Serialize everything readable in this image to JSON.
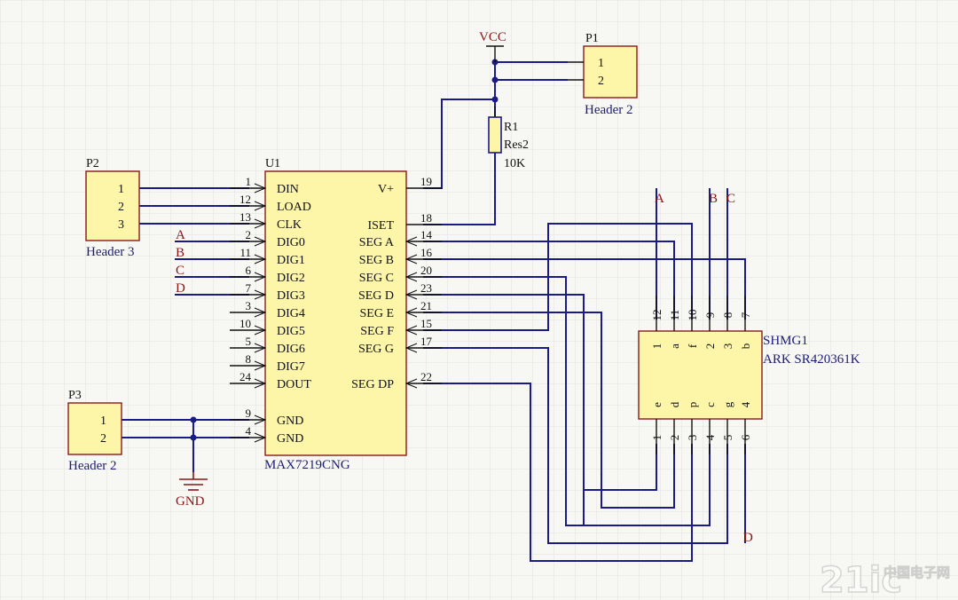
{
  "colors": {
    "wire": "#1a1a88",
    "component_fill": "#fdf6a9",
    "component_border": "#8a1a1a",
    "net_label": "#8a1616",
    "designator": "#1d1d78",
    "grid": "#e1e1dc",
    "background": "#f7f7f4"
  },
  "power": {
    "vcc_label": "VCC",
    "gnd_label": "GND"
  },
  "net_labels": [
    "A",
    "B",
    "C",
    "D"
  ],
  "p1": {
    "designator": "P1",
    "comment": "Header 2",
    "pins": [
      "1",
      "2"
    ]
  },
  "p2": {
    "designator": "P2",
    "comment": "Header 3",
    "pins": [
      "1",
      "2",
      "3"
    ]
  },
  "p3": {
    "designator": "P3",
    "comment": "Header 2",
    "pins": [
      "1",
      "2"
    ]
  },
  "r1": {
    "designator": "R1",
    "comment": "Res2",
    "value": "10K"
  },
  "u1": {
    "designator": "U1",
    "comment": "MAX7219CNG",
    "left_pins": [
      {
        "num": "1",
        "name": "DIN"
      },
      {
        "num": "12",
        "name": "LOAD"
      },
      {
        "num": "13",
        "name": "CLK"
      },
      {
        "num": "2",
        "name": "DIG0"
      },
      {
        "num": "11",
        "name": "DIG1"
      },
      {
        "num": "6",
        "name": "DIG2"
      },
      {
        "num": "7",
        "name": "DIG3"
      },
      {
        "num": "3",
        "name": "DIG4"
      },
      {
        "num": "10",
        "name": "DIG5"
      },
      {
        "num": "5",
        "name": "DIG6"
      },
      {
        "num": "8",
        "name": "DIG7"
      },
      {
        "num": "24",
        "name": "DOUT"
      },
      {
        "num": "9",
        "name": "GND"
      },
      {
        "num": "4",
        "name": "GND"
      }
    ],
    "right_pins": [
      {
        "num": "19",
        "name": "V+"
      },
      {
        "num": "18",
        "name": "ISET"
      },
      {
        "num": "14",
        "name": "SEG A"
      },
      {
        "num": "16",
        "name": "SEG B"
      },
      {
        "num": "20",
        "name": "SEG C"
      },
      {
        "num": "23",
        "name": "SEG D"
      },
      {
        "num": "21",
        "name": "SEG E"
      },
      {
        "num": "15",
        "name": "SEG F"
      },
      {
        "num": "17",
        "name": "SEG G"
      },
      {
        "num": "22",
        "name": "SEG DP"
      }
    ]
  },
  "display": {
    "designator": "SHMG1",
    "comment": "ARK SR420361K",
    "top_pins": [
      {
        "num": "12",
        "label": "1"
      },
      {
        "num": "11",
        "label": "a"
      },
      {
        "num": "10",
        "label": "f"
      },
      {
        "num": "9",
        "label": "2"
      },
      {
        "num": "8",
        "label": "3"
      },
      {
        "num": "7",
        "label": "b"
      }
    ],
    "bottom_pins": [
      {
        "num": "1",
        "label": "e"
      },
      {
        "num": "2",
        "label": "d"
      },
      {
        "num": "3",
        "label": "p"
      },
      {
        "num": "4",
        "label": "c"
      },
      {
        "num": "5",
        "label": "g"
      },
      {
        "num": "6",
        "label": "4"
      }
    ]
  },
  "watermark": {
    "brand": "21ic",
    "site": "中国电子网"
  }
}
